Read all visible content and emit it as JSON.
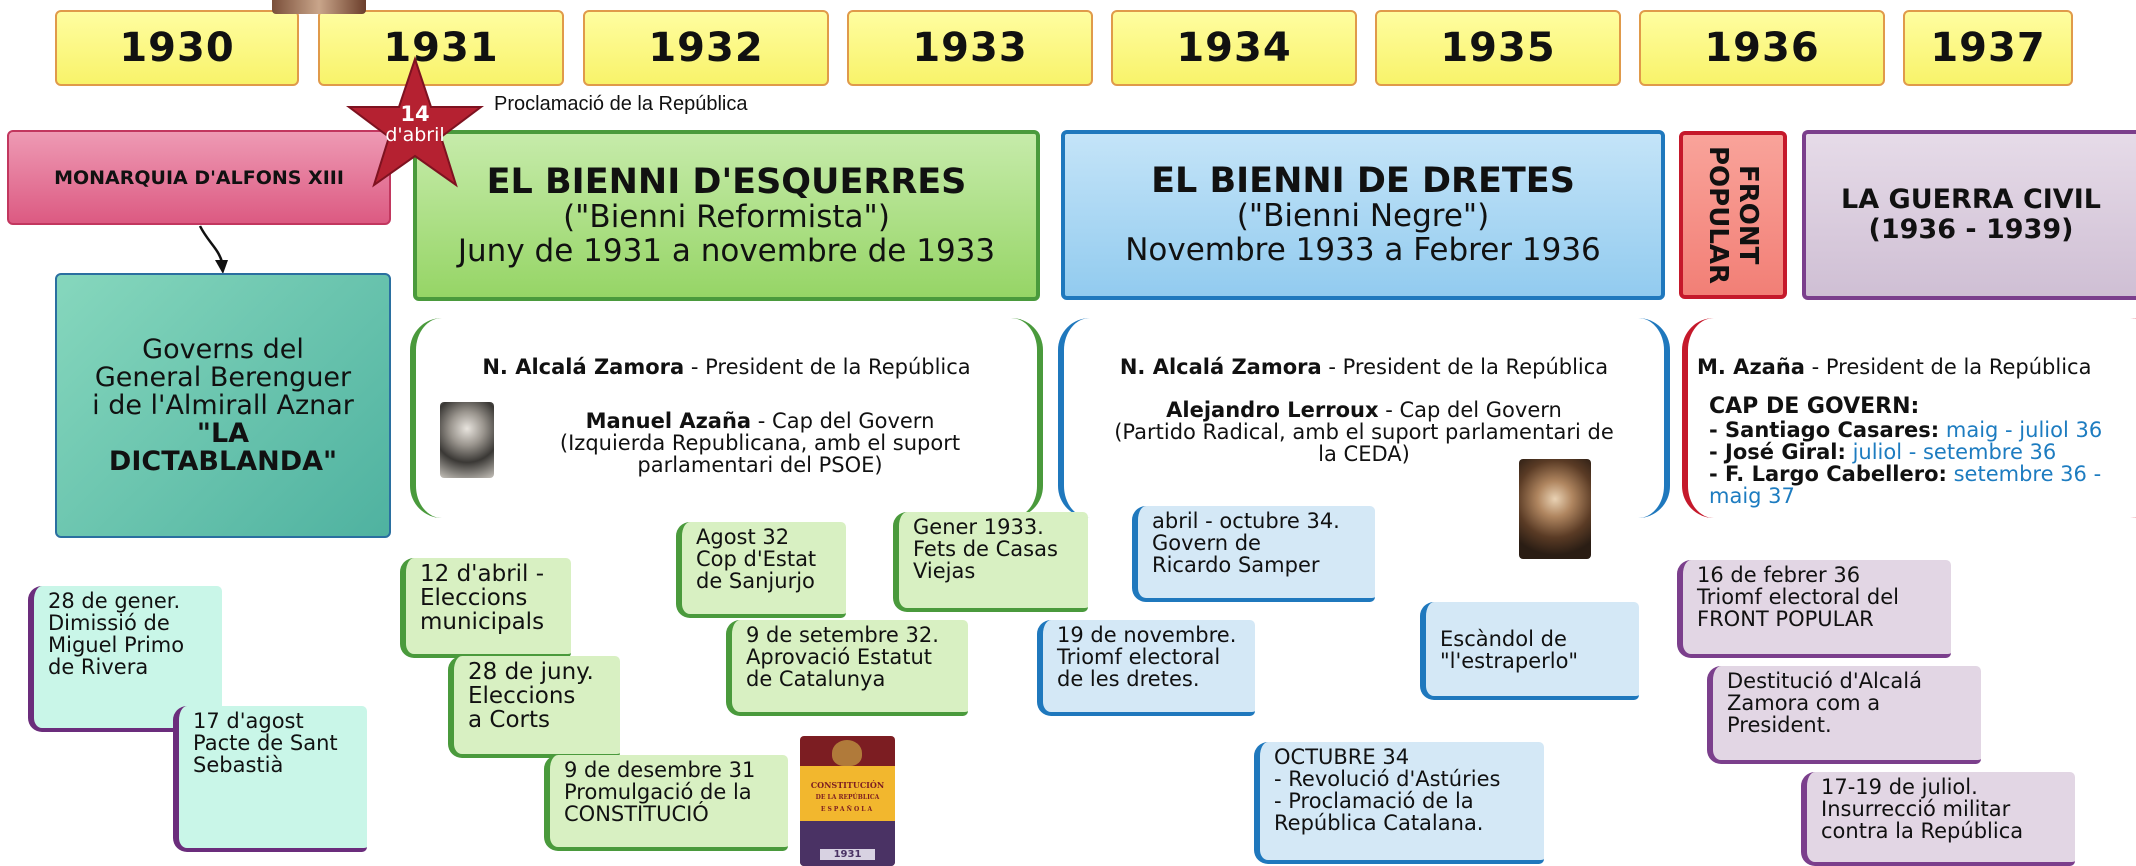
{
  "years": [
    "1930",
    "1931",
    "1932",
    "1933",
    "1934",
    "1935",
    "1936",
    "1937"
  ],
  "star": {
    "line1": "14",
    "line2": "d'abril"
  },
  "star_caption": "Proclamació de la República",
  "monarchy": "MONARQUIA D'ALFONS XIII",
  "dictablanda": {
    "line1": "Governs del",
    "line2": "General Berenguer",
    "line3": "i de l'Almirall Aznar",
    "line4": "\"LA",
    "line5": "DICTABLANDA\""
  },
  "bienni_esquerres": {
    "title": "EL BIENNI D'ESQUERRES",
    "sub": "(\"Bienni Reformista\")",
    "dates": "Juny de 1931 a novembre de 1933"
  },
  "bienni_dretes": {
    "title": "EL BIENNI DE DRETES",
    "sub": "(\"Bienni Negre\")",
    "dates": "Novembre 1933 a Febrer 1936"
  },
  "front_popular": "FRONT POPULAR",
  "guerra_civil": {
    "title": "LA GUERRA CIVIL",
    "dates": "(1936 - 1939)"
  },
  "panel_esquerres": {
    "pres_name": "N. Alcalá Zamora",
    "pres_role": " - President de la República",
    "gov_name": "Manuel Azaña",
    "gov_role": " - Cap del Govern",
    "gov_line2": "(Izquierda Republicana, amb el suport",
    "gov_line3": "parlamentari del PSOE)"
  },
  "panel_dretes": {
    "pres_name": "N. Alcalá Zamora",
    "pres_role": " - President de la República",
    "gov_name": "Alejandro Lerroux",
    "gov_role": " - Cap del Govern",
    "gov_line2": "(Partido Radical, amb el suport parlamentari de",
    "gov_line3": "la CEDA)"
  },
  "panel_guerra": {
    "pres_name": "M. Azaña",
    "pres_role": " - President de la República",
    "heading": "CAP DE GOVERN:",
    "rows": [
      {
        "name": "- Santiago Casares:",
        "dates": " maig - juliol 36"
      },
      {
        "name": "- José Giral:",
        "dates": " juliol - setembre 36"
      },
      {
        "name": "- F. Largo Cabellero:",
        "dates": " setembre 36 -"
      }
    ],
    "last": "maig 37"
  },
  "events": {
    "gener28": "28 de gener.\nDimissió de\nMiguel Primo\nde Rivera",
    "agost17": "17 d'agost\nPacte de Sant\nSebastià",
    "abril12": "12 d'abril -\nEleccions\nmunicipals",
    "juny28": "28 de juny.\nEleccions\na Corts",
    "desembre9": "9 de desembre 31\nPromulgació de la\nCONSTITUCIÓ",
    "agost32": "Agost 32\nCop d'Estat\nde Sanjurjo",
    "setembre9": "9 de setembre 32.\nAprovació Estatut\nde Catalunya",
    "gener1933": "Gener 1933.\nFets de Casas\nViejas",
    "novembre19": "19 de novembre.\nTriomf electoral\nde les dretes.",
    "abril34": "abril - octubre 34.\nGovern de\nRicardo Samper",
    "octubre34": "OCTUBRE 34\n- Revolució d'Astúries\n- Proclamació de la\nRepública Catalana.",
    "estraperlo": "Escàndol de\n\"l'estraperlo\"",
    "febrer16": "16 de febrer 36\nTriomf electoral del\nFRONT POPULAR",
    "destitucio": "Destitució d'Alcalá\nZamora com a\nPresident.",
    "juliol17": "17-19 de juliol.\nInsurrecció militar\ncontra la República"
  },
  "constitucion": {
    "l1": "CONSTITUCIÓN",
    "l2": "DE LA REPÚBLICA",
    "l3": "ESPAÑOLA",
    "year": "1931"
  },
  "colors": {
    "monarchy": "#e3628a",
    "dictablanda": "#5cbfa8",
    "esquerres": "#a7dc7c",
    "dretes": "#a9d6f2",
    "front_popular": "#f6938a",
    "guerra": "#d8c9dc",
    "star": "#b52131"
  }
}
